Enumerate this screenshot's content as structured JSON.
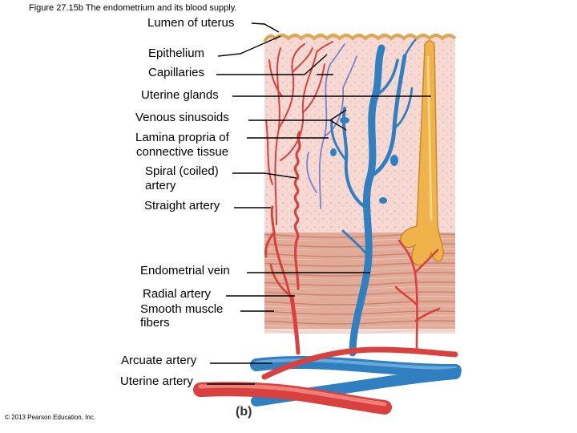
{
  "figure_title": "Figure 27.15b  The endometrium and its blood supply.",
  "panel_letter": "(b)",
  "copyright": "© 2013 Pearson Education, Inc.",
  "labels": {
    "lumen": "Lumen of uterus",
    "epithelium": "Epithelium",
    "capillaries": "Capillaries",
    "uterine_glands": "Uterine glands",
    "venous_sinusoids": "Venous sinusoids",
    "lamina_propria_1": "Lamina propria of",
    "lamina_propria_2": "connective tissue",
    "spiral_artery_1": "Spiral (coiled)",
    "spiral_artery_2": "artery",
    "straight_artery": "Straight artery",
    "endometrial_vein": "Endometrial vein",
    "radial_artery": "Radial artery",
    "smooth_muscle_1": "Smooth muscle",
    "smooth_muscle_2": "fibers",
    "arcuate_artery": "Arcuate artery",
    "uterine_artery": "Uterine artery"
  },
  "colors": {
    "artery": "#d9413f",
    "vein": "#2f7fc1",
    "gland": "#f0b24a",
    "lamina": "#f6d3cf",
    "muscle": "#d9a08e",
    "epithelium": "#d9a85a"
  }
}
